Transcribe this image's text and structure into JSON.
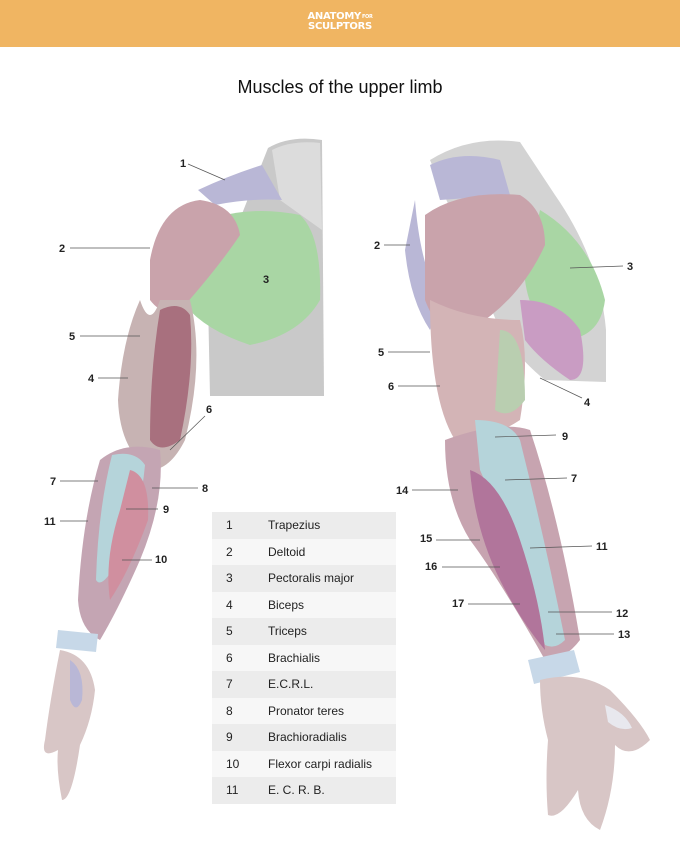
{
  "header": {
    "logo_line1": "ANATOMY",
    "logo_small": "FOR",
    "logo_line2": "SCULPTORS",
    "brand_color": "#f0b562"
  },
  "title": "Muscles of the upper limb",
  "left_labels": [
    "1",
    "2",
    "3",
    "5",
    "4",
    "6",
    "7",
    "8",
    "9",
    "11",
    "10"
  ],
  "right_labels": [
    "2",
    "3",
    "5",
    "6",
    "4",
    "9",
    "14",
    "7",
    "15",
    "11",
    "16",
    "17",
    "12",
    "13"
  ],
  "legend": [
    {
      "num": "1",
      "name": "Trapezius"
    },
    {
      "num": "2",
      "name": "Deltoid"
    },
    {
      "num": "3",
      "name": "Pectoralis major"
    },
    {
      "num": "4",
      "name": "Biceps"
    },
    {
      "num": "5",
      "name": "Triceps"
    },
    {
      "num": "6",
      "name": "Brachialis"
    },
    {
      "num": "7",
      "name": "E.C.R.L."
    },
    {
      "num": "8",
      "name": "Pronator teres"
    },
    {
      "num": "9",
      "name": "Brachioradialis"
    },
    {
      "num": "10",
      "name": "Flexor carpi radialis"
    },
    {
      "num": "11",
      "name": "E. C. R. B."
    }
  ]
}
